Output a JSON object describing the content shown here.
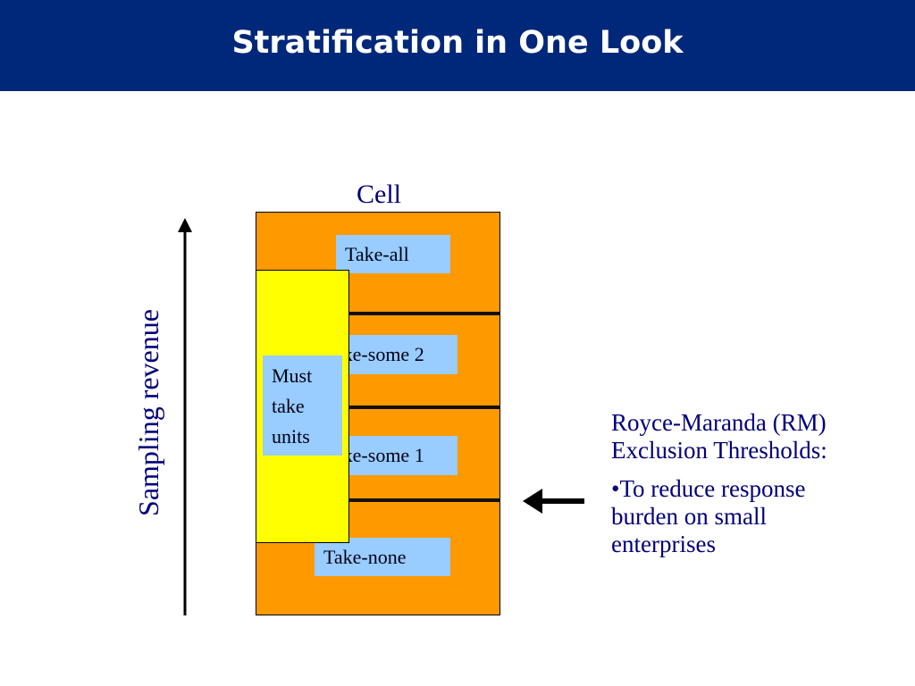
{
  "slide": {
    "title": "Stratification in One Look"
  },
  "diagram": {
    "cell_label": "Cell",
    "axis_label": "Sampling revenue",
    "strata": {
      "take_all": "Take-all",
      "take_some_2": "Take-some 2",
      "take_some_1": "Take-some 1",
      "take_none": "Take-none"
    },
    "must_take": {
      "line1": "Must",
      "line2": "take",
      "line3": "units"
    },
    "colors": {
      "title_bar": "#00287a",
      "cell_fill": "#ff9900",
      "must_take_fill": "#ffff00",
      "label_fill": "#99ccff",
      "text_navy": "#00007a"
    }
  },
  "notes": {
    "heading_line1": "Royce-Maranda (RM)",
    "heading_line2": "Exclusion Thresholds:",
    "bullet_line1": "•To reduce response",
    "bullet_line2": "burden on small",
    "bullet_line3": "enterprises"
  },
  "icons": {
    "axis": "up-arrow-icon",
    "pointer": "left-arrow-icon"
  }
}
